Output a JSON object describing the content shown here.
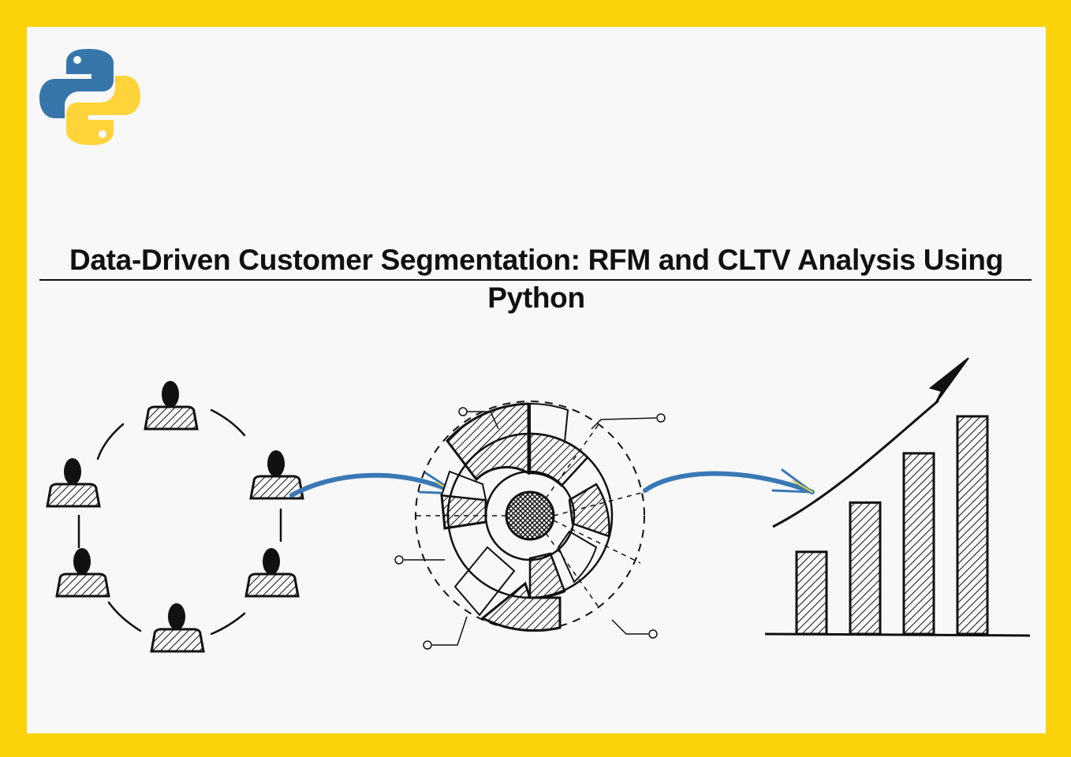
{
  "page": {
    "title": "Data-Driven Customer Segmentation: RFM and CLTV Analysis Using Python"
  },
  "colors": {
    "frame": "#FCD308",
    "background": "#F8F8F8",
    "ink": "#111111",
    "arrow_blue": "#3A78B5",
    "arrow_yellow": "#E8D23A",
    "python_blue": "#3776AB",
    "python_yellow": "#FFD43B"
  },
  "icons": {
    "logo": "python-logo-icon",
    "people": "person-icon",
    "wheel": "segmentation-wheel-icon",
    "growth": "growth-bar-chart-icon",
    "arrow": "curved-arrow-icon"
  },
  "growth_chart": {
    "values": [
      1,
      1.6,
      2.2,
      2.65
    ],
    "trend": "up"
  }
}
